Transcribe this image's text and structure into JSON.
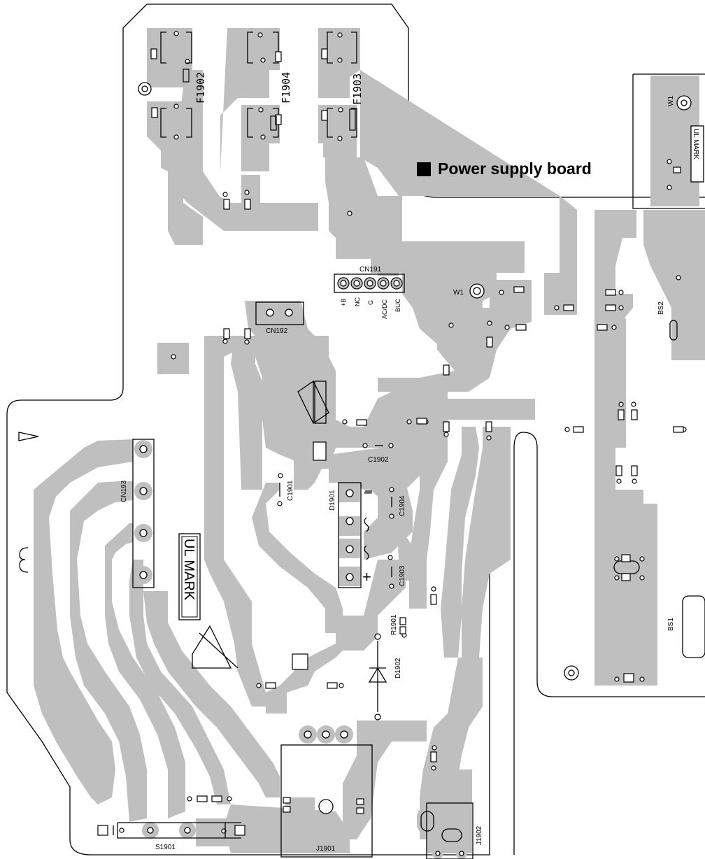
{
  "title": "Power supply board",
  "colors": {
    "copper": "#bfbfbf",
    "ink": "#000000",
    "paper": "#ffffff"
  },
  "fuses": [
    "F1902",
    "F1904",
    "F1903"
  ],
  "connectors": {
    "cn191": "CN191",
    "cn191_pins": [
      "+B",
      "NC",
      "G",
      "AC/DC",
      "BUC"
    ],
    "cn192": "CN192",
    "cn193": "CN193",
    "j1901": "J1901",
    "j1902": "J1902"
  },
  "components": {
    "w1_main": "W1",
    "w1_side": "W1",
    "c1901": "C1901",
    "c1902": "C1902",
    "c1903": "C1903",
    "c1904": "C1904",
    "d1901": "D1901",
    "d1902": "D1902",
    "r1901": "R1901",
    "s1901": "S1901",
    "bs1": "BS1",
    "bs2": "BS2"
  },
  "marks": {
    "ul_main": "UL MARK",
    "ul_side": "UL MARK",
    "polarity_minus": "−",
    "polarity_plus": "+"
  }
}
